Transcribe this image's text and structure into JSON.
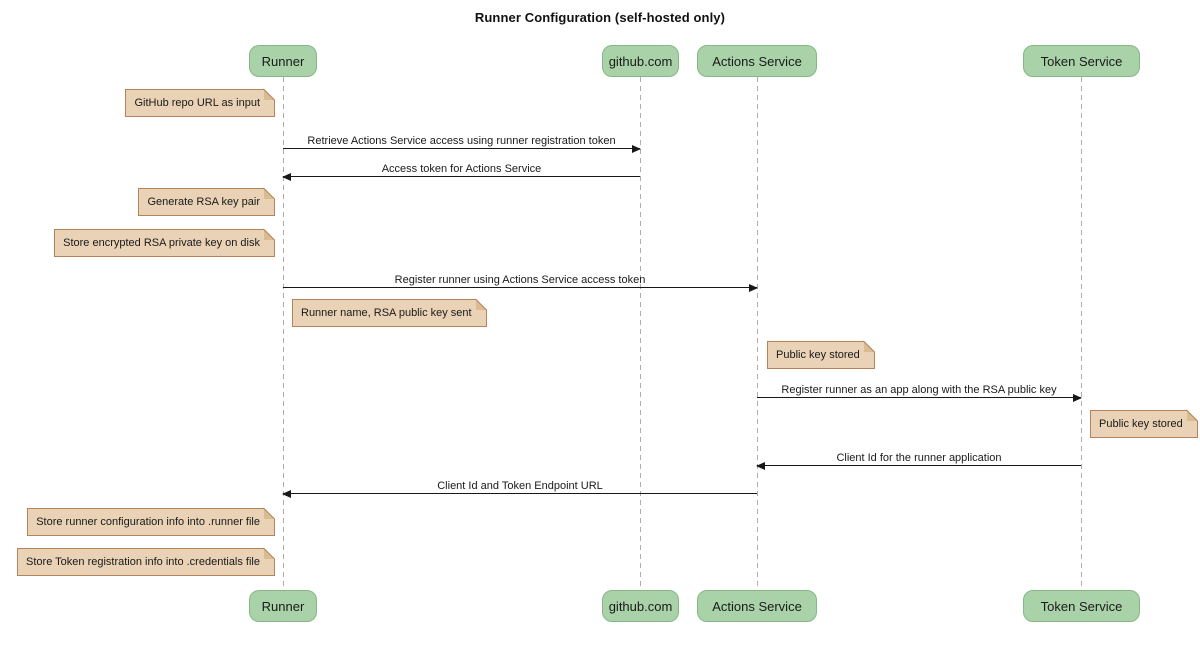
{
  "title": "Runner Configuration (self-hosted only)",
  "participants": [
    {
      "label": "Runner"
    },
    {
      "label": "github.com"
    },
    {
      "label": "Actions Service"
    },
    {
      "label": "Token Service"
    }
  ],
  "notes": [
    {
      "text": "GitHub repo URL as input"
    },
    {
      "text": "Generate RSA key pair"
    },
    {
      "text": "Store encrypted RSA private key on disk"
    },
    {
      "text": "Runner name, RSA public key sent"
    },
    {
      "text": "Public key stored"
    },
    {
      "text": "Public key stored"
    },
    {
      "text": "Store runner configuration info into .runner file"
    },
    {
      "text": "Store Token registration info into .credentials file"
    }
  ],
  "messages": [
    {
      "from": "Runner",
      "to": "github.com",
      "label": "Retrieve Actions Service access using runner registration token"
    },
    {
      "from": "github.com",
      "to": "Runner",
      "label": "Access token for Actions Service"
    },
    {
      "from": "Runner",
      "to": "Actions Service",
      "label": "Register runner using Actions Service access token"
    },
    {
      "from": "Actions Service",
      "to": "Token Service",
      "label": "Register runner as an app along with the RSA public key"
    },
    {
      "from": "Token Service",
      "to": "Actions Service",
      "label": "Client Id for the runner application"
    },
    {
      "from": "Actions Service",
      "to": "Runner",
      "label": "Client Id and Token Endpoint URL"
    }
  ],
  "colors": {
    "participant_fill": "#A9D2A9",
    "participant_border": "#85B785",
    "note_fill": "#E9D2B5",
    "note_border": "#B5835A",
    "lifeline": "#ADADAD",
    "arrow": "#181818"
  }
}
